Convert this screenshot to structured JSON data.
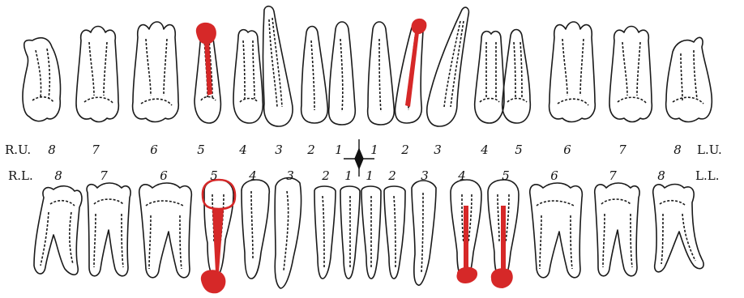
{
  "quadrant_labels": {
    "upper_right": "R.U.",
    "upper_left": "L.U.",
    "lower_right": "R.L.",
    "lower_left": "L.L."
  },
  "upper_numbers": [
    "8",
    "7",
    "6",
    "5",
    "4",
    "3",
    "2",
    "1",
    "1",
    "2",
    "3",
    "4",
    "5",
    "6",
    "7",
    "8"
  ],
  "lower_numbers": [
    "8",
    "7",
    "6",
    "5",
    "4",
    "3",
    "2",
    "1",
    "1",
    "2",
    "3",
    "4",
    "5",
    "6",
    "7",
    "8"
  ],
  "colors": {
    "outline": "#1a1a1a",
    "pulp": "#333333",
    "mark": "#d62828",
    "background": "#ffffff"
  },
  "marked_teeth": {
    "upper_right": [
      "5"
    ],
    "upper_left": [
      "2"
    ],
    "lower_right": [
      "5"
    ],
    "lower_left": [
      "4",
      "5"
    ]
  }
}
